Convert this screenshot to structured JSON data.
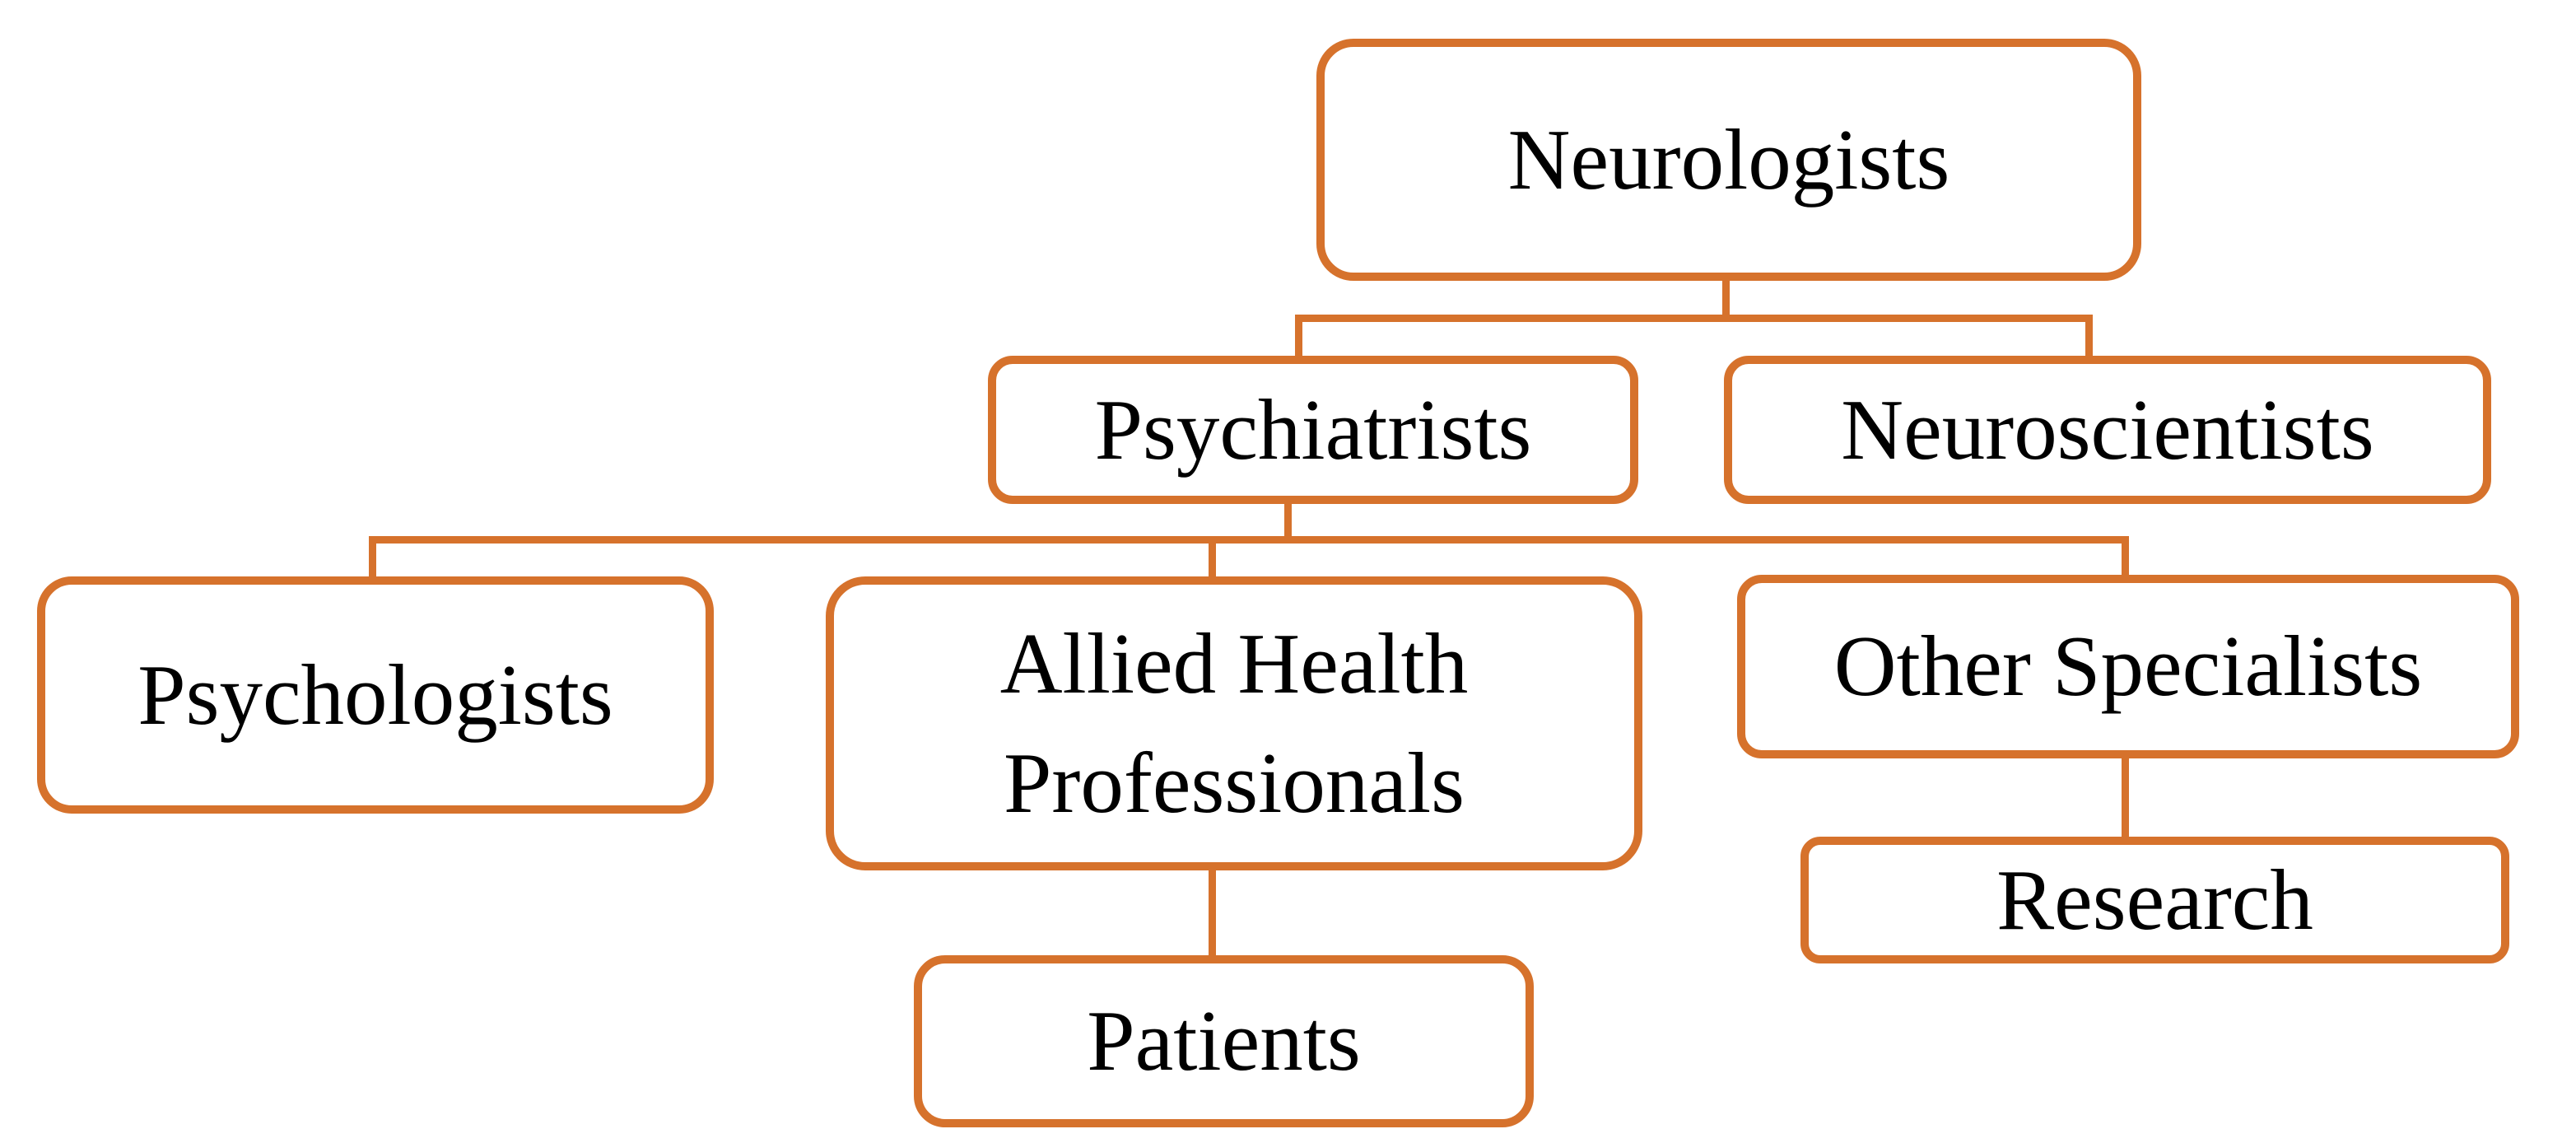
{
  "diagram": {
    "type": "org-tree",
    "colors": {
      "accent": "#D6722C",
      "text": "#000000",
      "background": "#FFFFFF"
    },
    "nodes": {
      "neurologists": {
        "label": "Neurologists"
      },
      "psychiatrists": {
        "label": "Psychiatrists"
      },
      "neuroscientists": {
        "label": "Neuroscientists"
      },
      "psychologists": {
        "label": "Psychologists"
      },
      "allied_health": {
        "label": "Allied Health Professionals"
      },
      "other_specialists": {
        "label": "Other Specialists"
      },
      "patients": {
        "label": "Patients"
      },
      "research": {
        "label": "Research"
      }
    },
    "edges": [
      {
        "from": "Neurologists",
        "to": "Psychiatrists"
      },
      {
        "from": "Neurologists",
        "to": "Neuroscientists"
      },
      {
        "from": "Psychiatrists",
        "to": "Psychologists"
      },
      {
        "from": "Psychiatrists",
        "to": "Allied Health Professionals"
      },
      {
        "from": "Psychiatrists",
        "to": "Other Specialists"
      },
      {
        "from": "Allied Health Professionals",
        "to": "Patients"
      },
      {
        "from": "Other Specialists",
        "to": "Research"
      }
    ]
  }
}
